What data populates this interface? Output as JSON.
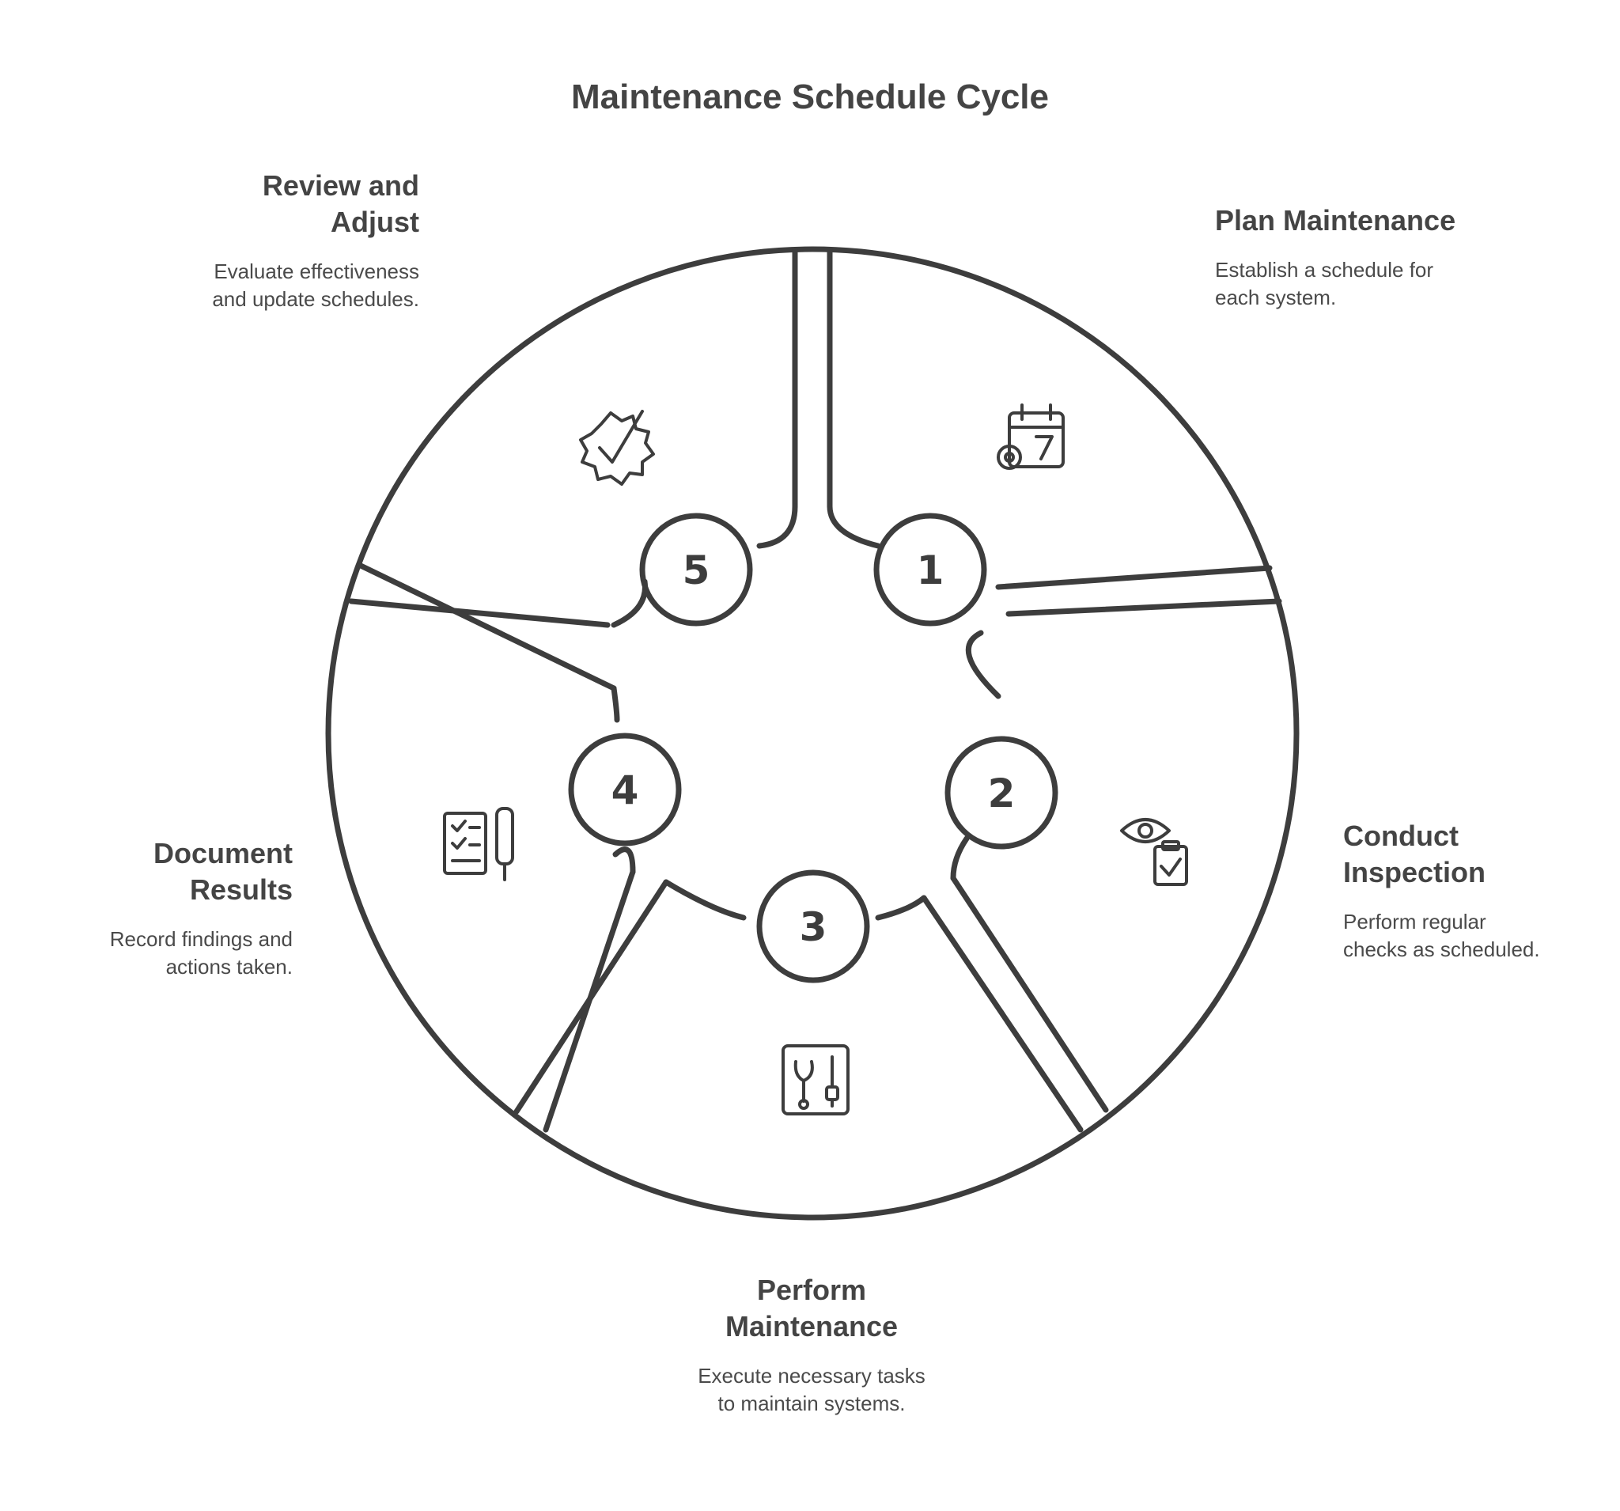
{
  "title": "Maintenance Schedule Cycle",
  "colors": {
    "stroke": "#3d3d3d",
    "background": "#ffffff"
  },
  "steps": [
    {
      "number": "1",
      "title": "Plan Maintenance",
      "desc": "Establish a schedule for each system.",
      "icon": "calendar-gear-icon"
    },
    {
      "number": "2",
      "title": "Conduct Inspection",
      "desc": "Perform regular checks as scheduled.",
      "icon": "eye-clipboard-icon"
    },
    {
      "number": "3",
      "title": "Perform Maintenance",
      "desc": "Execute necessary tasks to maintain systems.",
      "icon": "tools-icon"
    },
    {
      "number": "4",
      "title": "Document Results",
      "desc": "Record findings and actions taken.",
      "icon": "checklist-pen-icon"
    },
    {
      "number": "5",
      "title": "Review and Adjust",
      "desc": "Evaluate effectiveness and update schedules.",
      "icon": "gear-check-icon"
    }
  ]
}
